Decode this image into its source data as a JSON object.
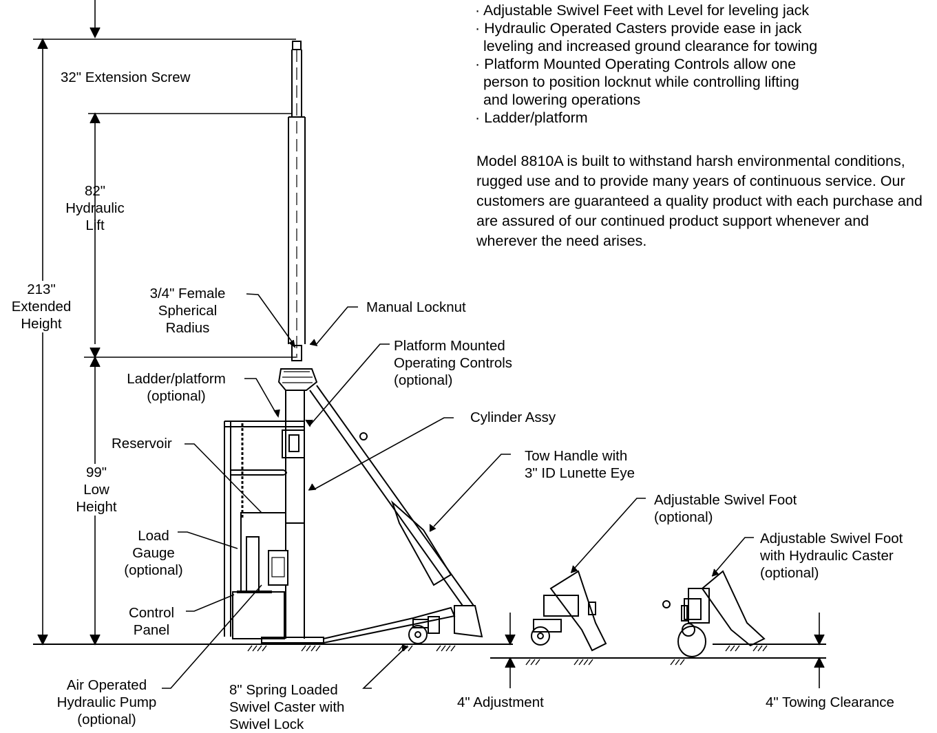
{
  "features": [
    "· Adjustable Swivel Feet with Level for leveling jack",
    "· Hydraulic Operated Casters provide ease in jack",
    "  leveling and increased ground clearance for towing",
    "· Platform Mounted Operating Controls allow one",
    "  person to position locknut while controlling lifting",
    "  and lowering operations",
    "· Ladder/platform"
  ],
  "description": "Model 8810A is built to withstand harsh environmental conditions, rugged use and to provide many years of continuous service. Our customers are guaranteed a quality product with each purchase and are assured of our continued product support whenever and wherever the need arises.",
  "dimensions": {
    "extension_screw": "32\" Extension Screw",
    "hydraulic_lift": [
      "82\"",
      "Hydraulic",
      "Lift"
    ],
    "extended_height": [
      "213\"",
      "Extended",
      "Height"
    ],
    "low_height": [
      "99\"",
      "Low",
      "Height"
    ],
    "adjustment": "4\" Adjustment",
    "towing_clearance": "4\" Towing Clearance"
  },
  "callouts": {
    "spherical_radius": [
      "3/4\" Female",
      "Spherical",
      "Radius"
    ],
    "manual_locknut": "Manual Locknut",
    "platform_controls": [
      "Platform Mounted",
      "Operating Controls",
      "(optional)"
    ],
    "ladder_platform": [
      "Ladder/platform",
      "(optional)"
    ],
    "cylinder_assy": "Cylinder Assy",
    "reservoir": "Reservoir",
    "tow_handle": [
      "Tow Handle with",
      "3\" ID Lunette Eye"
    ],
    "load_gauge": [
      "Load",
      "Gauge",
      "(optional)"
    ],
    "control_panel": [
      "Control",
      "Panel"
    ],
    "swivel_foot": [
      "Adjustable Swivel Foot",
      "(optional)"
    ],
    "swivel_foot_caster": [
      "Adjustable Swivel Foot",
      "with Hydraulic Caster",
      "(optional)"
    ],
    "air_pump": [
      "Air Operated",
      "Hydraulic Pump",
      "(optional)"
    ],
    "spring_caster": [
      "8\" Spring Loaded",
      "Swivel Caster with",
      "Swivel Lock"
    ]
  }
}
